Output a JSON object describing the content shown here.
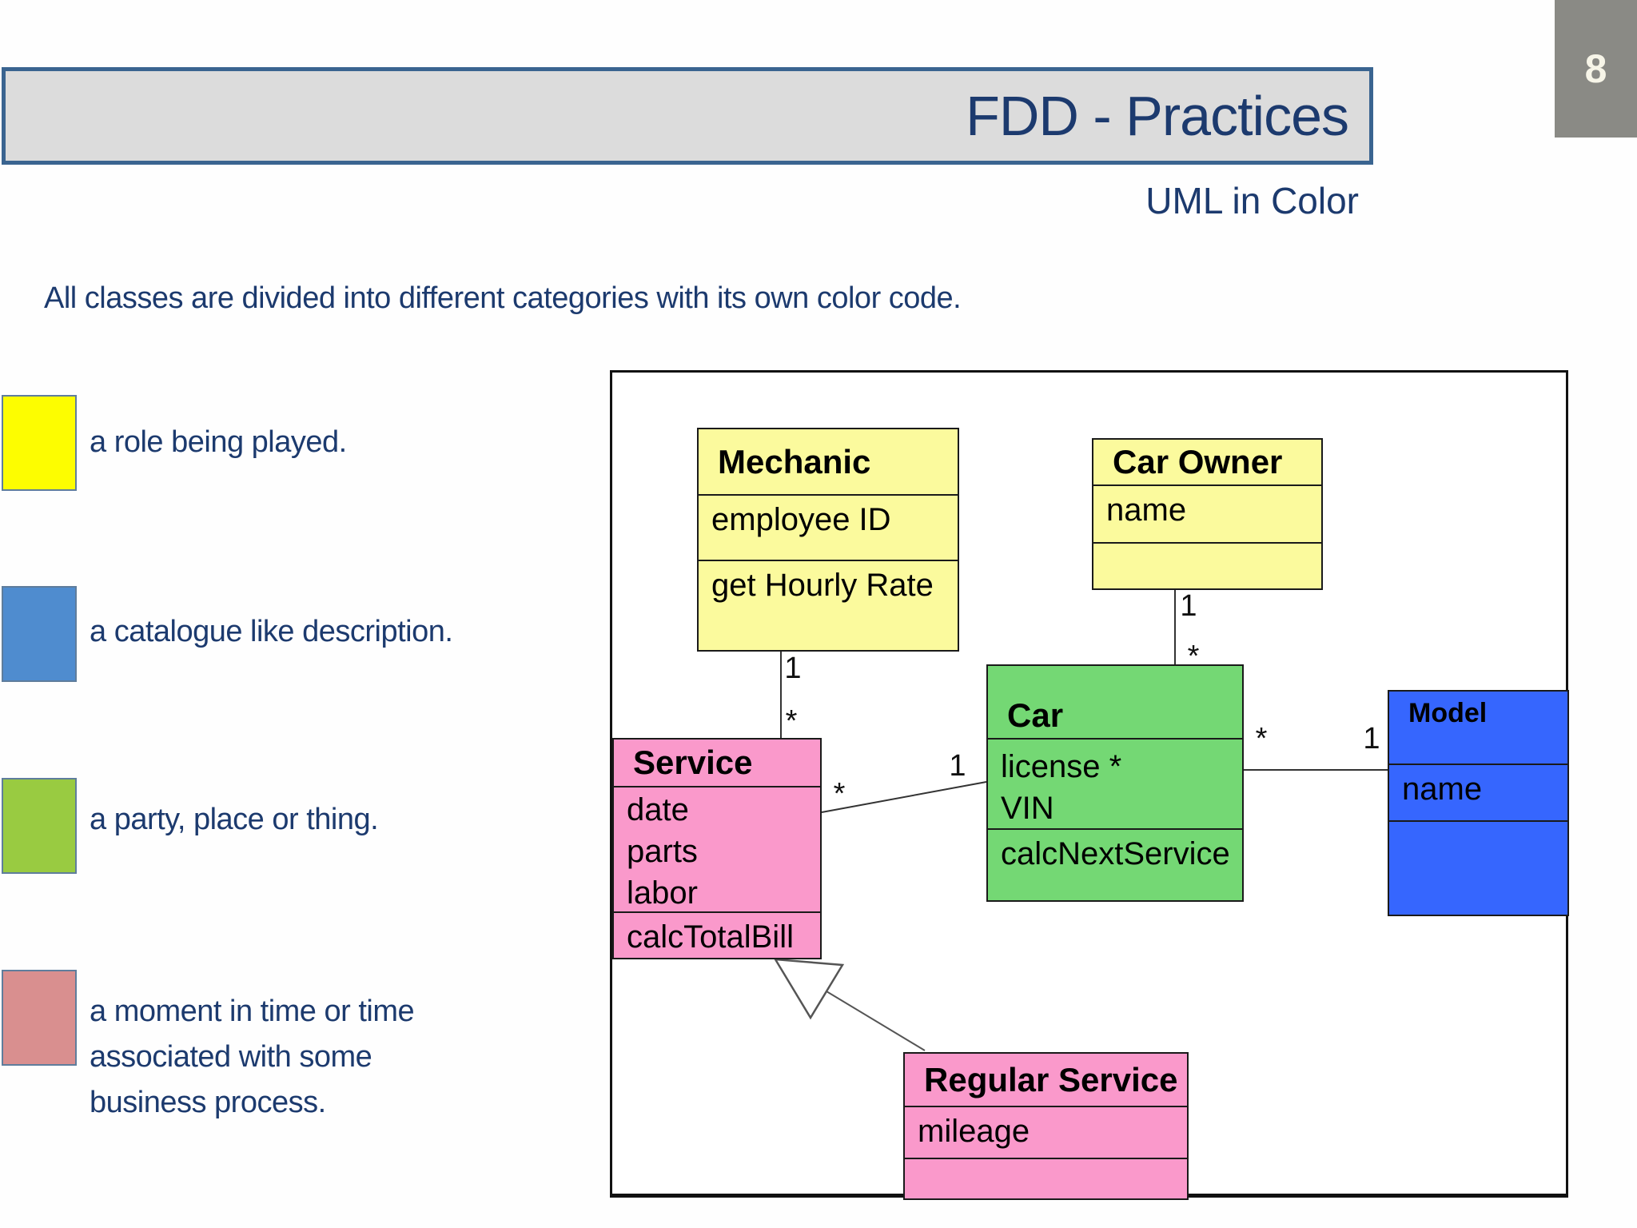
{
  "page": {
    "number": "8"
  },
  "header": {
    "title": "FDD - Practices",
    "subtitle": "UML in Color",
    "bar_fill": "#dcdcdc",
    "bar_border": "#3a6490",
    "text_color": "#1c3a6e"
  },
  "intro": "All classes are divided into different categories with its own color code.",
  "legend": {
    "items": [
      {
        "category": "role",
        "label": "a role being played.",
        "color": "#fdfd00"
      },
      {
        "category": "description",
        "label": "a catalogue like description.",
        "color": "#4f8ccf"
      },
      {
        "category": "party-place-thing",
        "label": "a party, place or thing.",
        "color": "#99cb41"
      },
      {
        "category": "moment-interval",
        "label": "a moment in time or time associated with some business process.",
        "color": "#d98f8f"
      }
    ]
  },
  "diagram": {
    "classes": [
      {
        "name": "Mechanic",
        "color": "#fbfa9d",
        "attributes": [
          "employee ID"
        ],
        "operations": [
          "get Hourly Rate"
        ]
      },
      {
        "name": "Car Owner",
        "color": "#fbfa9d",
        "attributes": [
          "name"
        ],
        "operations": []
      },
      {
        "name": "Car",
        "color": "#74d874",
        "attributes": [
          "license *",
          "VIN"
        ],
        "operations": [
          "calcNextService"
        ]
      },
      {
        "name": "Model",
        "color": "#3666fe",
        "attributes": [
          "name"
        ],
        "operations": []
      },
      {
        "name": "Service",
        "color": "#fa99cb",
        "attributes": [
          "date",
          "parts",
          "labor"
        ],
        "operations": [
          "calcTotalBill"
        ]
      },
      {
        "name": "Regular Service",
        "color": "#fa99cb",
        "attributes": [
          "mileage"
        ],
        "operations": []
      }
    ],
    "multiplicities": {
      "mechanic_end": "1",
      "service_end_mechanic": "*",
      "owner_end": "1",
      "car_end_owner": "*",
      "service_end_car": "*",
      "car_end_service": "1",
      "car_end_model": "*",
      "model_end": "1"
    }
  }
}
